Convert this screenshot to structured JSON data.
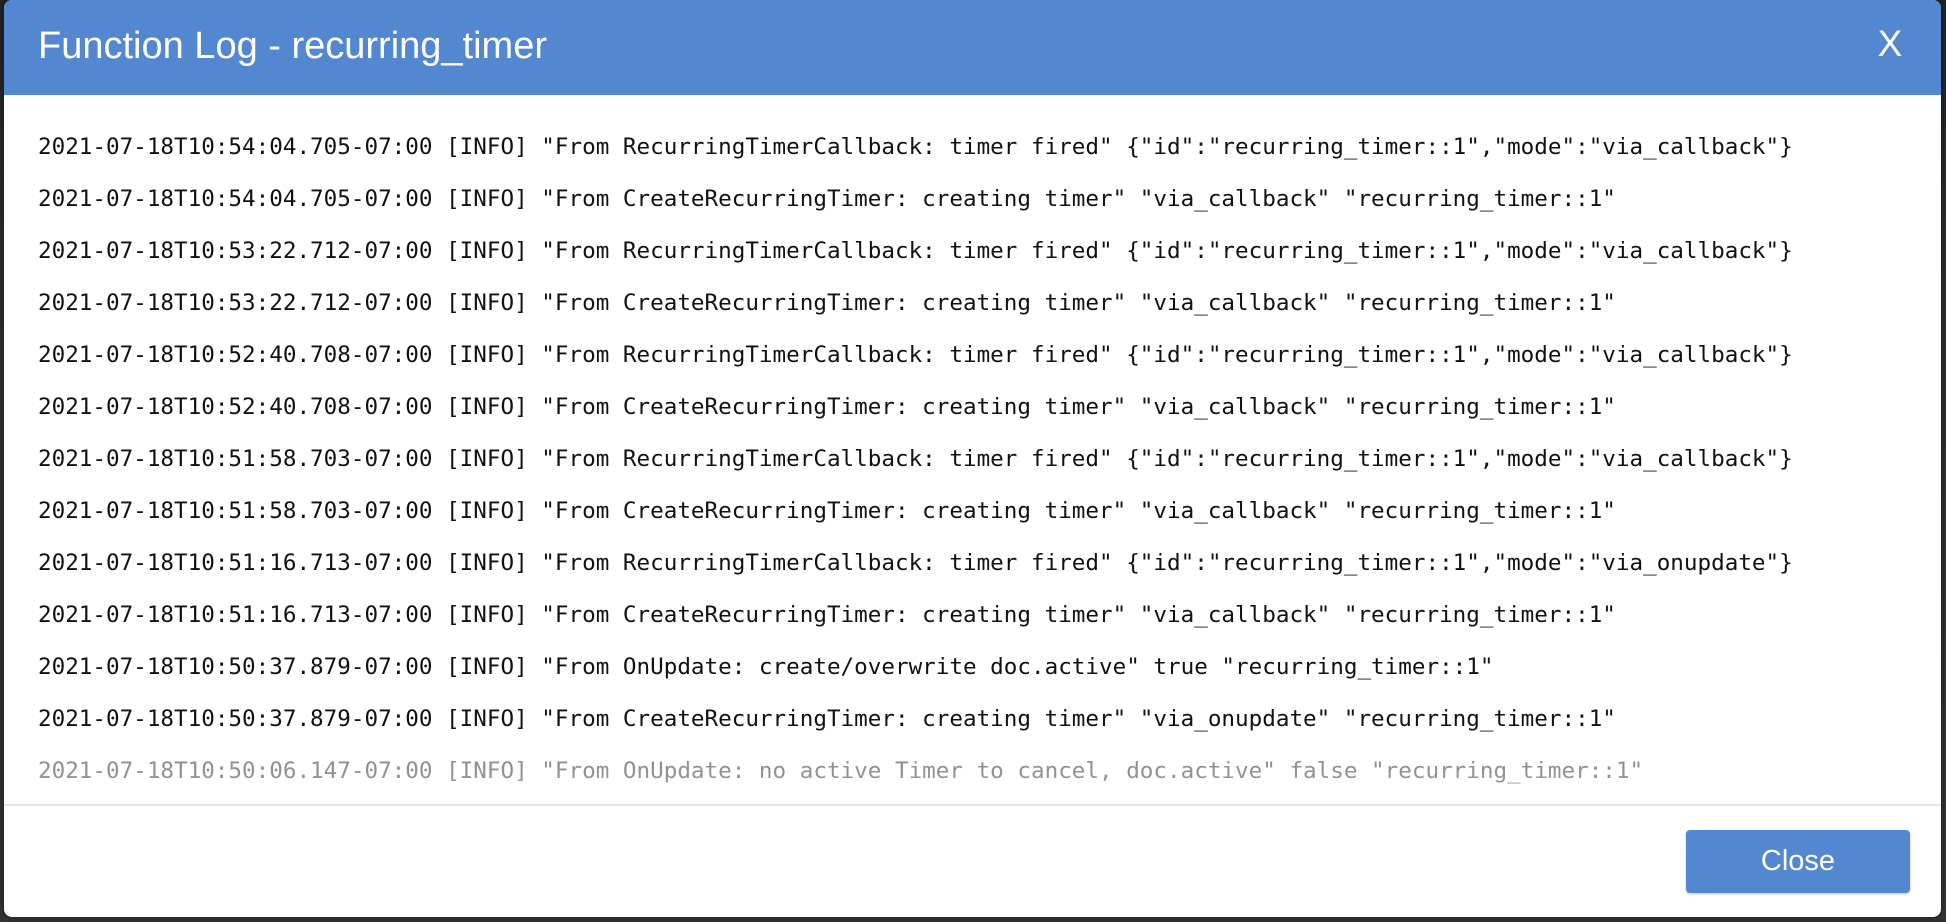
{
  "colors": {
    "header_bg": "#5388d0",
    "button_bg": "#5388d0",
    "header_text": "#ffffff",
    "log_text": "#111111",
    "log_text_faded": "#8f8f8f",
    "separator": "#e6e6e6"
  },
  "dialog": {
    "title": "Function Log - recurring_timer",
    "close_icon_label": "X",
    "close_icon": "close-icon",
    "footer": {
      "close_button_label": "Close"
    }
  },
  "log": {
    "lines": [
      {
        "timestamp": "2021-07-18T10:54:04.705-07:00",
        "level": "[INFO]",
        "text": "2021-07-18T10:54:04.705-07:00 [INFO] \"From RecurringTimerCallback: timer fired\" {\"id\":\"recurring_timer::1\",\"mode\":\"via_callback\"}"
      },
      {
        "timestamp": "2021-07-18T10:54:04.705-07:00",
        "level": "[INFO]",
        "text": "2021-07-18T10:54:04.705-07:00 [INFO] \"From CreateRecurringTimer: creating timer\" \"via_callback\" \"recurring_timer::1\""
      },
      {
        "timestamp": "2021-07-18T10:53:22.712-07:00",
        "level": "[INFO]",
        "text": "2021-07-18T10:53:22.712-07:00 [INFO] \"From RecurringTimerCallback: timer fired\" {\"id\":\"recurring_timer::1\",\"mode\":\"via_callback\"}"
      },
      {
        "timestamp": "2021-07-18T10:53:22.712-07:00",
        "level": "[INFO]",
        "text": "2021-07-18T10:53:22.712-07:00 [INFO] \"From CreateRecurringTimer: creating timer\" \"via_callback\" \"recurring_timer::1\""
      },
      {
        "timestamp": "2021-07-18T10:52:40.708-07:00",
        "level": "[INFO]",
        "text": "2021-07-18T10:52:40.708-07:00 [INFO] \"From RecurringTimerCallback: timer fired\" {\"id\":\"recurring_timer::1\",\"mode\":\"via_callback\"}"
      },
      {
        "timestamp": "2021-07-18T10:52:40.708-07:00",
        "level": "[INFO]",
        "text": "2021-07-18T10:52:40.708-07:00 [INFO] \"From CreateRecurringTimer: creating timer\" \"via_callback\" \"recurring_timer::1\""
      },
      {
        "timestamp": "2021-07-18T10:51:58.703-07:00",
        "level": "[INFO]",
        "text": "2021-07-18T10:51:58.703-07:00 [INFO] \"From RecurringTimerCallback: timer fired\" {\"id\":\"recurring_timer::1\",\"mode\":\"via_callback\"}"
      },
      {
        "timestamp": "2021-07-18T10:51:58.703-07:00",
        "level": "[INFO]",
        "text": "2021-07-18T10:51:58.703-07:00 [INFO] \"From CreateRecurringTimer: creating timer\" \"via_callback\" \"recurring_timer::1\""
      },
      {
        "timestamp": "2021-07-18T10:51:16.713-07:00",
        "level": "[INFO]",
        "text": "2021-07-18T10:51:16.713-07:00 [INFO] \"From RecurringTimerCallback: timer fired\" {\"id\":\"recurring_timer::1\",\"mode\":\"via_onupdate\"}"
      },
      {
        "timestamp": "2021-07-18T10:51:16.713-07:00",
        "level": "[INFO]",
        "text": "2021-07-18T10:51:16.713-07:00 [INFO] \"From CreateRecurringTimer: creating timer\" \"via_callback\" \"recurring_timer::1\""
      },
      {
        "timestamp": "2021-07-18T10:50:37.879-07:00",
        "level": "[INFO]",
        "text": "2021-07-18T10:50:37.879-07:00 [INFO] \"From OnUpdate: create/overwrite doc.active\" true \"recurring_timer::1\""
      },
      {
        "timestamp": "2021-07-18T10:50:37.879-07:00",
        "level": "[INFO]",
        "text": "2021-07-18T10:50:37.879-07:00 [INFO] \"From CreateRecurringTimer: creating timer\" \"via_onupdate\" \"recurring_timer::1\""
      },
      {
        "timestamp": "2021-07-18T10:50:06.147-07:00",
        "level": "[INFO]",
        "text": "2021-07-18T10:50:06.147-07:00 [INFO] \"From OnUpdate: no active Timer to cancel, doc.active\" false \"recurring_timer::1\""
      }
    ]
  }
}
